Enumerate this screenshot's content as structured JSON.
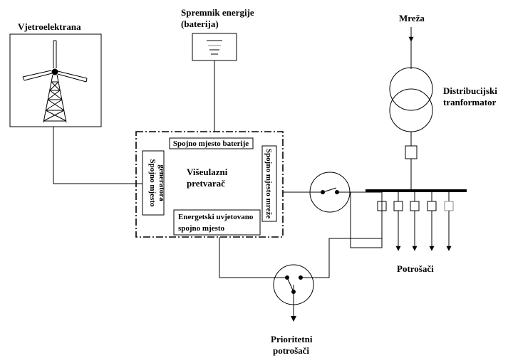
{
  "labels": {
    "wind_plant": "Vjetroelektrana",
    "storage_line1": "Spremnik energije",
    "storage_line2": "(baterija)",
    "grid": "Mreža",
    "transformer_line1": "Distribucijski",
    "transformer_line2": "tranformator",
    "converter_line1": "Višeulazni",
    "converter_line2": "pretvarač",
    "battery_port": "Spojno mjesto baterije",
    "generator_port_line1": "Spojno mjesto",
    "generator_port_line2": "generatora",
    "grid_port": "Spojno mjesto mreže",
    "energy_port_line1": "Energetski uvjetovano",
    "energy_port_line2": "spojno mjesto",
    "consumers": "Potrošači",
    "priority_line1": "Prioritetni",
    "priority_line2": "potrošači"
  },
  "icons": {
    "wind_turbine": "wind-turbine-icon",
    "battery": "battery-icon",
    "transformer": "transformer-icon",
    "switch": "switch-icon"
  },
  "colors": {
    "line": "#000000",
    "background": "#ffffff"
  }
}
